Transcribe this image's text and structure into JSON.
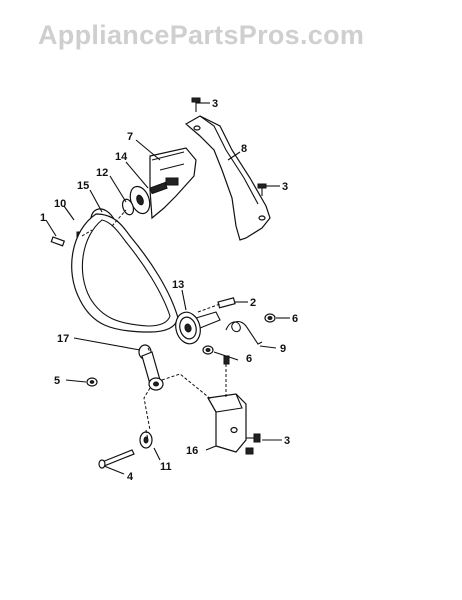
{
  "watermark": "AppliancePartsPros.com",
  "callouts": {
    "c1": "1",
    "c2": "2",
    "c3a": "3",
    "c3b": "3",
    "c3c": "3",
    "c4": "4",
    "c5": "5",
    "c6a": "6",
    "c6b": "6",
    "c7": "7",
    "c8": "8",
    "c9": "9",
    "c10": "10",
    "c11": "11",
    "c12": "12",
    "c13": "13",
    "c14": "14",
    "c15": "15",
    "c16": "16",
    "c17": "17"
  }
}
